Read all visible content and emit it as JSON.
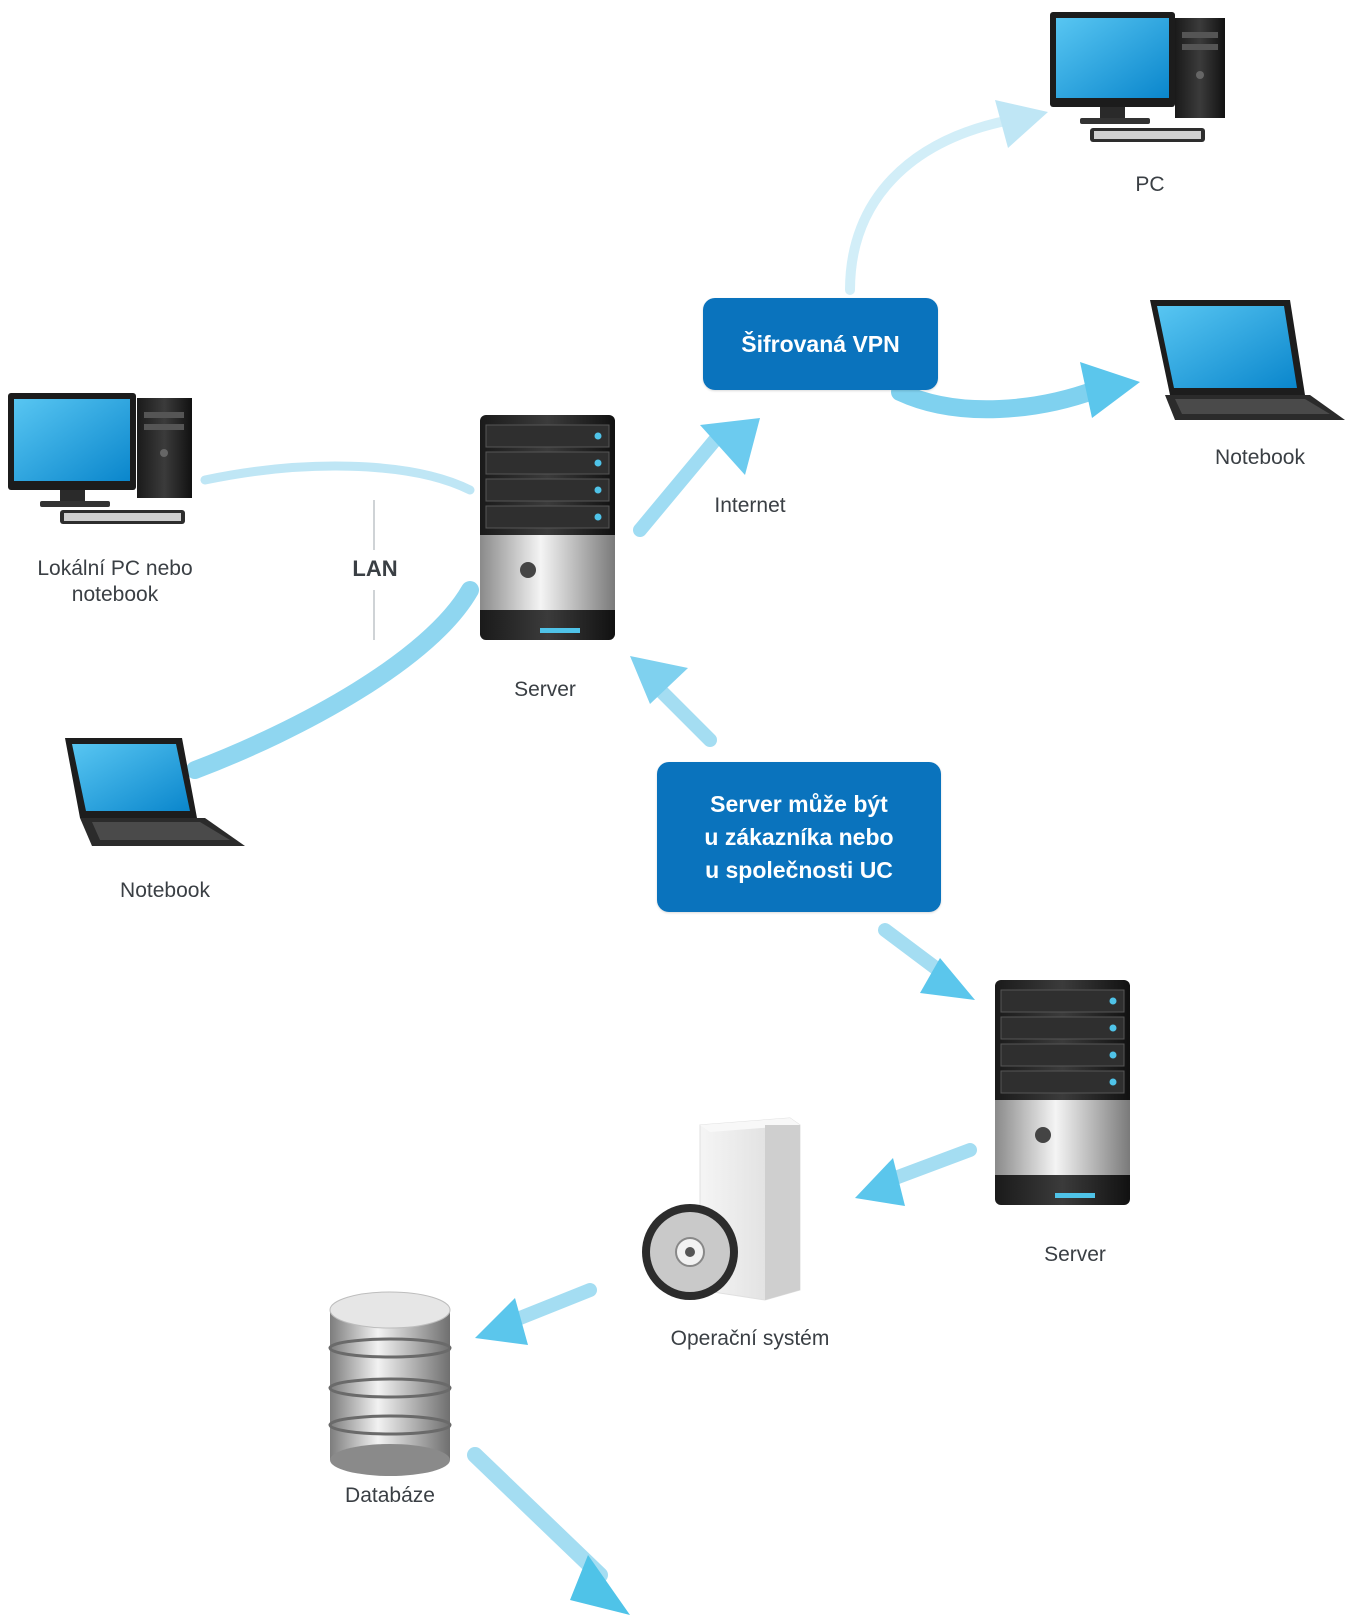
{
  "nodes": {
    "pc_remote": {
      "label": "PC",
      "icon": "desktop-pc-icon"
    },
    "notebook_remote": {
      "label": "Notebook",
      "icon": "laptop-icon"
    },
    "local_pc": {
      "label": "Lokální PC nebo\nnotebook",
      "icon": "desktop-pc-icon"
    },
    "notebook_local": {
      "label": "Notebook",
      "icon": "laptop-icon"
    },
    "server_main": {
      "label": "Server",
      "icon": "server-tower-icon"
    },
    "server_second": {
      "label": "Server",
      "icon": "server-tower-icon"
    },
    "os": {
      "label": "Operační systém",
      "icon": "software-box-disc-icon"
    },
    "database": {
      "label": "Databáze",
      "icon": "database-cylinder-icon"
    }
  },
  "connections": {
    "lan_label": "LAN",
    "internet_label": "Internet"
  },
  "callouts": {
    "vpn": "Šifrovaná VPN",
    "server_location": "Server může být\nu zákazníka nebo\nu společnosti UC"
  },
  "colors": {
    "accent": "#0a73bd",
    "arrow": "#4fc3e8",
    "screen": "#1aa3df"
  }
}
